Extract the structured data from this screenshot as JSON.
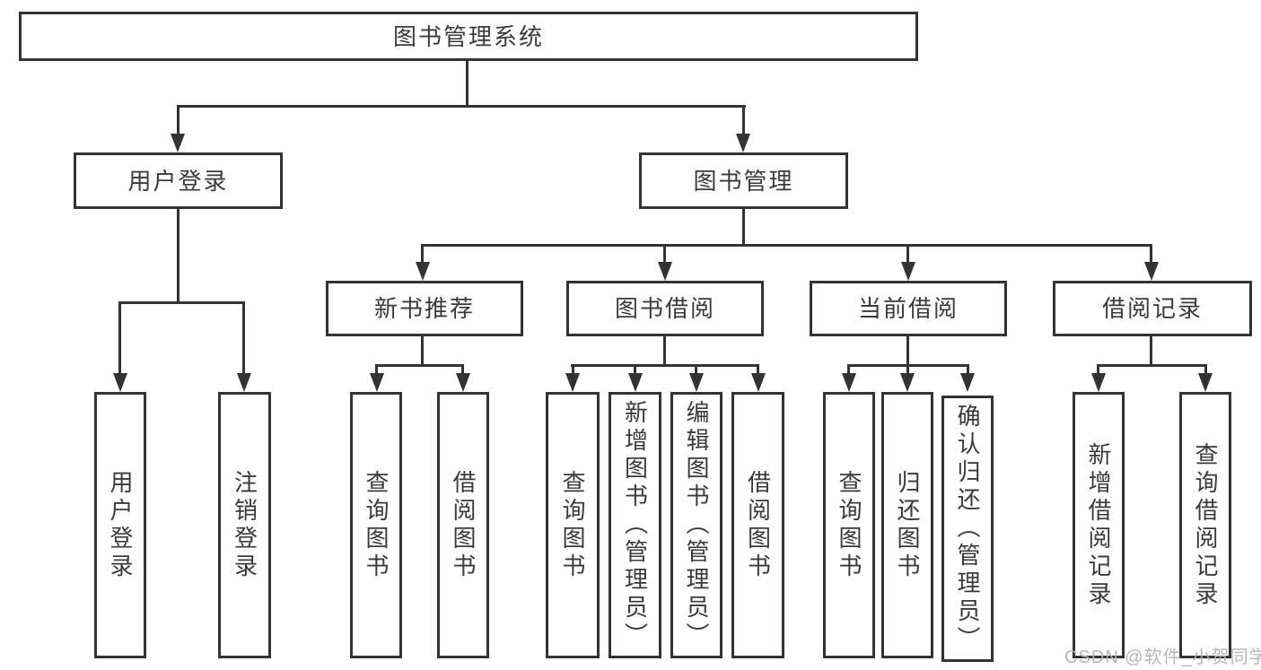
{
  "root": {
    "label": "图书管理系统"
  },
  "branches": {
    "user": {
      "label": "用户登录",
      "children": [
        {
          "label": "用户登录"
        },
        {
          "label": "注销登录"
        }
      ]
    },
    "book": {
      "label": "图书管理",
      "sections": [
        {
          "label": "新书推荐",
          "children": [
            {
              "label": "查询图书"
            },
            {
              "label": "借阅图书"
            }
          ]
        },
        {
          "label": "图书借阅",
          "children": [
            {
              "label": "查询图书"
            },
            {
              "label": "新增图书（管理员）"
            },
            {
              "label": "编辑图书（管理员）"
            },
            {
              "label": "借阅图书"
            }
          ]
        },
        {
          "label": "当前借阅",
          "children": [
            {
              "label": "查询图书"
            },
            {
              "label": "归还图书"
            },
            {
              "label": "确认归还（管理员）"
            }
          ]
        },
        {
          "label": "借阅记录",
          "children": [
            {
              "label": "新增借阅记录"
            },
            {
              "label": "查询借阅记录"
            }
          ]
        }
      ]
    }
  },
  "watermark": {
    "text": "CSDN @软件_小贺同学"
  }
}
